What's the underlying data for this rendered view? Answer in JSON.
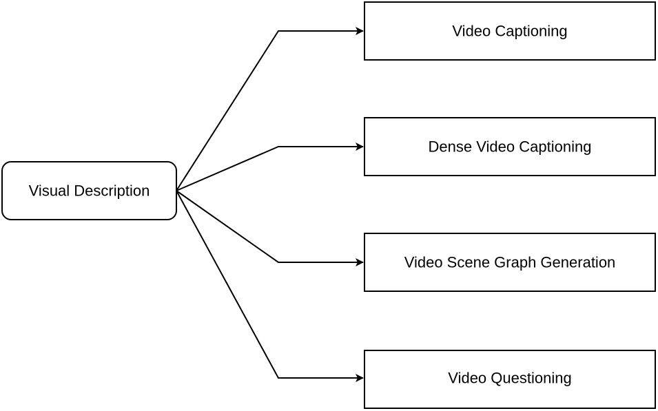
{
  "root": {
    "label": "Visual Description"
  },
  "children": [
    {
      "label": "Video Captioning"
    },
    {
      "label": "Dense Video Captioning"
    },
    {
      "label": "Video Scene Graph Generation"
    },
    {
      "label": "Video Questioning"
    }
  ]
}
